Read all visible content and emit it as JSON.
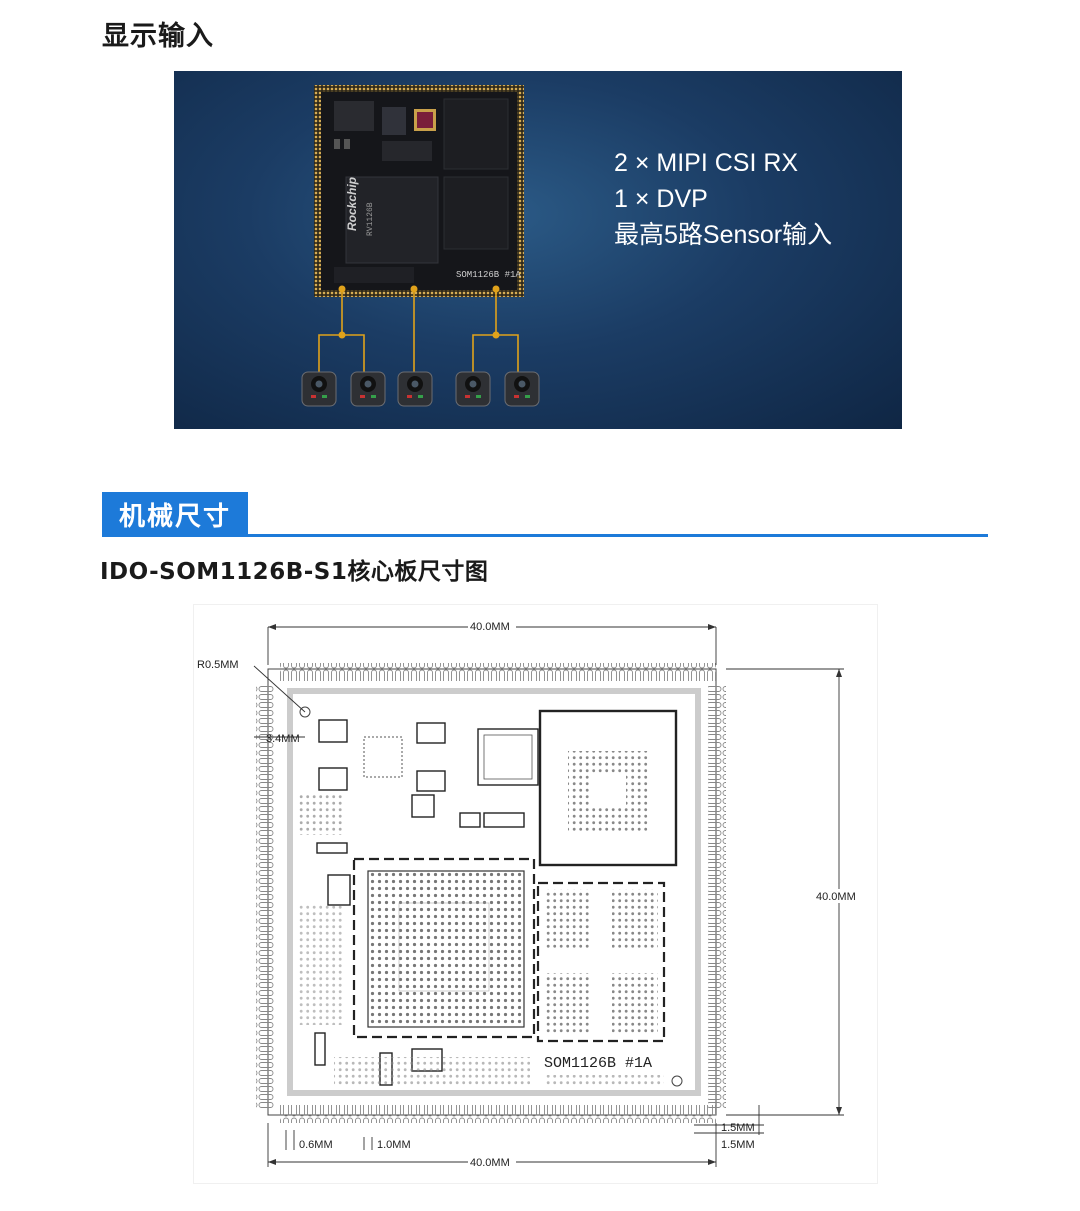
{
  "section1": {
    "title": "显示输入"
  },
  "banner": {
    "lines": [
      "2 × MIPI CSI RX",
      "1 × DVP",
      "最高5路Sensor输入"
    ],
    "chip_brand": "Rockchip",
    "chip_model": "RV1126B",
    "board_marking": "SOM1126B  #1A"
  },
  "section2": {
    "tab_label": "机械尺寸",
    "subtitle": "IDO-SOM1126B-S1核心板尺寸图"
  },
  "drawing": {
    "dims": {
      "top_width": "40.0MM",
      "bottom_width": "40.0MM",
      "right_height": "40.0MM",
      "corner_radius": "R0.5MM",
      "hole_offset": "3.4MM",
      "pitch_a": "0.6MM",
      "pitch_b": "1.0MM",
      "edge_a": "1.5MM",
      "edge_b": "1.5MM"
    },
    "board_marking": "SOM1126B  #1A"
  },
  "colors": {
    "accent": "#1d7ad9",
    "banner_bg": "#1b3c64",
    "pcb_gold": "#c9a04a",
    "connector": "#e0a21b"
  }
}
